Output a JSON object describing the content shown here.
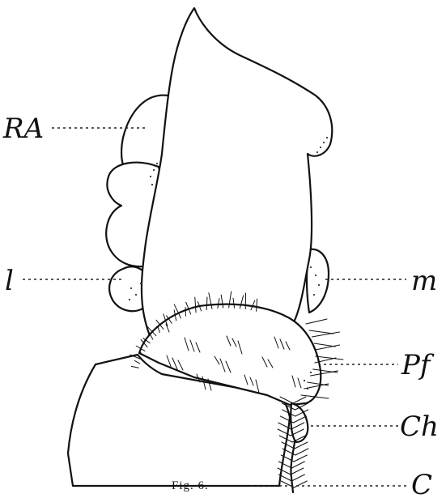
{
  "figure": {
    "caption": "Fig. 6.",
    "labels": {
      "RA": "RA",
      "l": "l",
      "m": "m",
      "Pf": "Pf",
      "Ch": "Ch",
      "C": "C"
    }
  }
}
